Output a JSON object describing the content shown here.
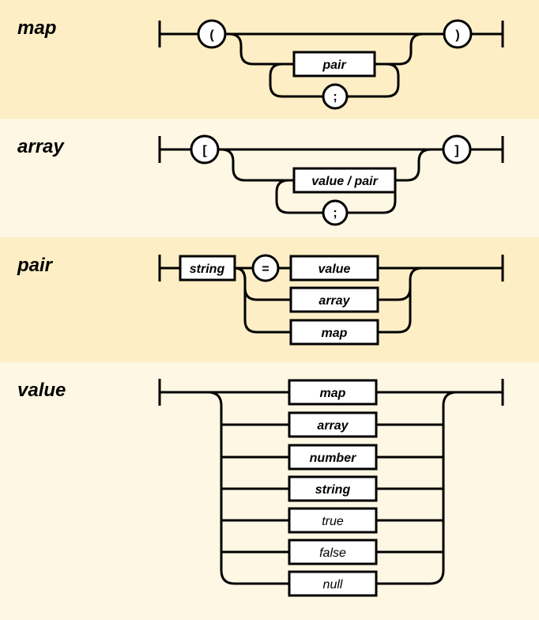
{
  "colors": {
    "band_dark": "#fdeec5",
    "band_light": "#fef7e3",
    "line": "#000000",
    "box_fill": "#ffffff"
  },
  "rules": [
    {
      "name": "map",
      "open": "(",
      "close": ")",
      "item": "pair",
      "separator": ";"
    },
    {
      "name": "array",
      "open": "[",
      "close": "]",
      "item": "value / pair",
      "separator": ";"
    },
    {
      "name": "pair",
      "key": "string",
      "equals": "=",
      "choices": [
        "value",
        "array",
        "map"
      ]
    },
    {
      "name": "value",
      "choices": [
        {
          "label": "map",
          "kind": "nonterminal"
        },
        {
          "label": "array",
          "kind": "nonterminal"
        },
        {
          "label": "number",
          "kind": "nonterminal"
        },
        {
          "label": "string",
          "kind": "nonterminal"
        },
        {
          "label": "true",
          "kind": "terminal"
        },
        {
          "label": "false",
          "kind": "terminal"
        },
        {
          "label": "null",
          "kind": "terminal"
        }
      ]
    }
  ]
}
